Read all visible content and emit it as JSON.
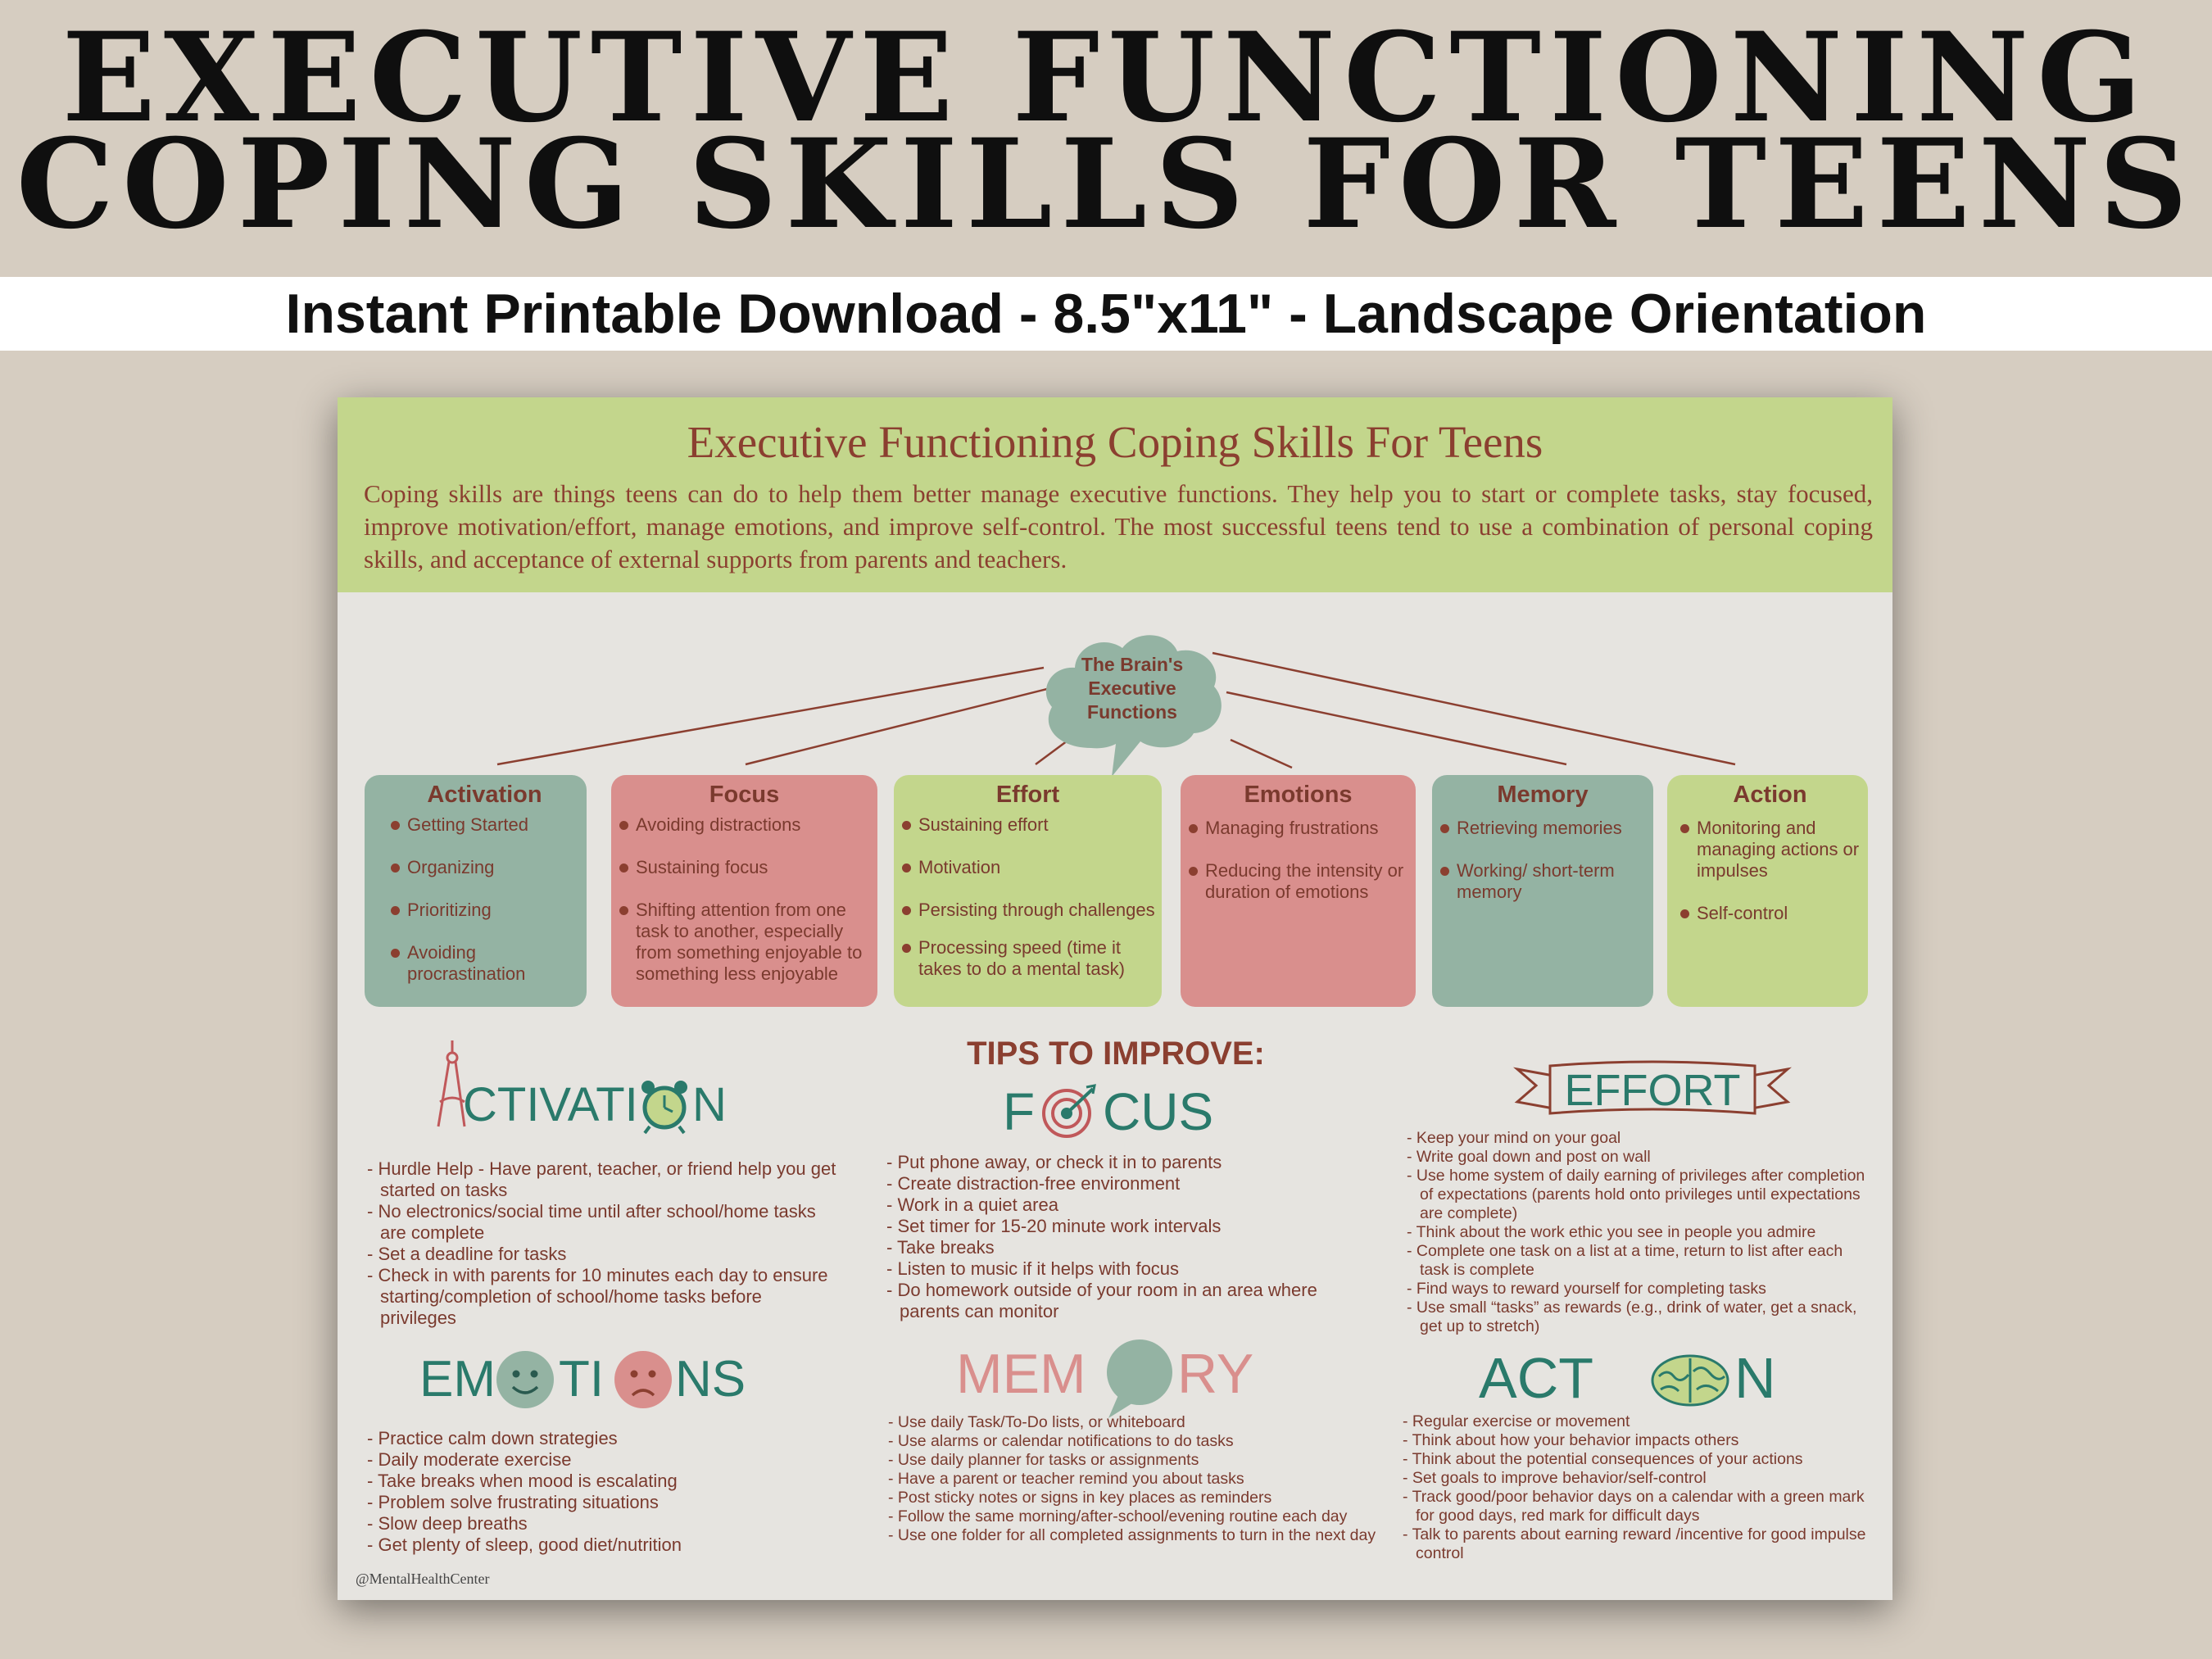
{
  "banner": {
    "title_line1": "EXECUTIVE FUNCTIONING",
    "title_line2": "COPING SKILLS FOR TEENS",
    "subtitle": "Instant Printable Download -  8.5\"x11\" - Landscape Orientation"
  },
  "sheet": {
    "title": "Executive Functioning Coping Skills For Teens",
    "intro": "Coping skills are things teens can do to help them better manage executive functions.  They help you to start or complete tasks, stay focused, improve motivation/effort, manage emotions, and improve self-control.  The most successful teens tend to use a combination of personal coping skills, and acceptance of external supports from parents and teachers.",
    "brain_label": [
      "The Brain's",
      "Executive",
      "Functions"
    ],
    "credit": "@MentalHealthCenter"
  },
  "categories": [
    {
      "title": "Activation",
      "items": [
        "Getting Started",
        "Organizing",
        "Prioritizing",
        "Avoiding procrastination"
      ]
    },
    {
      "title": "Focus",
      "items": [
        "Avoiding distractions",
        "Sustaining focus",
        "Shifting attention from one task to another, especially from something  enjoyable to something less enjoyable"
      ]
    },
    {
      "title": "Effort",
      "items": [
        "Sustaining effort",
        "Motivation",
        "Persisting through challenges",
        "Processing speed (time it takes to do a mental task)"
      ]
    },
    {
      "title": "Emotions",
      "items": [
        "Managing frustrations",
        "Reducing the intensity or duration of emotions"
      ]
    },
    {
      "title": "Memory",
      "items": [
        "Retrieving memories",
        "Working/ short-term memory"
      ]
    },
    {
      "title": "Action",
      "items": [
        "Monitoring and managing actions or impulses",
        "Self-control"
      ]
    }
  ],
  "tips_heading": "TIPS TO IMPROVE:",
  "sections": {
    "activation": {
      "title_parts": [
        "CTIVATI",
        "N"
      ],
      "tips": [
        "Hurdle Help - Have parent, teacher, or friend help you get started on tasks",
        "No electronics/social time until after school/home tasks are complete",
        "Set a deadline for tasks",
        "Check in with parents for 10 minutes each day to ensure starting/completion of school/home tasks before privileges"
      ]
    },
    "focus": {
      "title_parts": [
        "F",
        "CUS"
      ],
      "tips": [
        "Put phone away, or check it in to parents",
        "Create distraction-free environment",
        "Work in a quiet area",
        "Set timer for 15-20 minute work intervals",
        "Take breaks",
        "Listen to music if it helps with focus",
        "Do homework outside of your room in an area where parents can monitor"
      ]
    },
    "effort": {
      "title": "EFFORT",
      "tips": [
        "Keep your mind on your goal",
        "Write goal down and post on wall",
        "Use home system of daily earning of privileges after completion of expectations (parents hold onto privileges until expectations are complete)",
        "Think about the work ethic you see in people you admire",
        "Complete one task on a list at a time, return to list after each task is complete",
        "Find ways to reward yourself for completing tasks",
        "Use small “tasks” as rewards (e.g., drink of water, get a snack, get up to stretch)"
      ]
    },
    "emotions": {
      "title_parts": [
        "EM",
        "TI",
        "NS"
      ],
      "tips": [
        "Practice calm down strategies",
        "Daily moderate exercise",
        "Take breaks when mood is escalating",
        "Problem solve frustrating situations",
        "Slow deep breaths",
        "Get plenty of sleep, good diet/nutrition"
      ]
    },
    "memory": {
      "title_parts": [
        "MEM",
        "RY"
      ],
      "tips": [
        "Use daily Task/To-Do lists, or whiteboard",
        "Use alarms or calendar notifications to do tasks",
        "Use daily planner for tasks or assignments",
        "Have a parent or teacher remind you about tasks",
        "Post sticky notes or signs in key places as reminders",
        "Follow the same morning/after-school/evening routine each day",
        "Use one folder for all completed assignments to turn in the next day"
      ]
    },
    "action": {
      "title_parts": [
        "ACT",
        "N"
      ],
      "tips": [
        "Regular exercise or movement",
        "Think about how your behavior impacts others",
        "Think about the potential consequences of your actions",
        "Set goals to improve behavior/self-control",
        "Track good/poor behavior days on a calendar with a green mark for good days, red mark for difficult days",
        "Talk to parents about earning reward /incentive for good impulse control"
      ]
    }
  },
  "colors": {
    "background": "#d6cdc1",
    "header_green": "#c3d68c",
    "sage": "#94b3a3",
    "rose": "#d98f8d",
    "lime": "#c3d68c",
    "maroon": "#8b3f30",
    "teal": "#2a7a6b"
  }
}
